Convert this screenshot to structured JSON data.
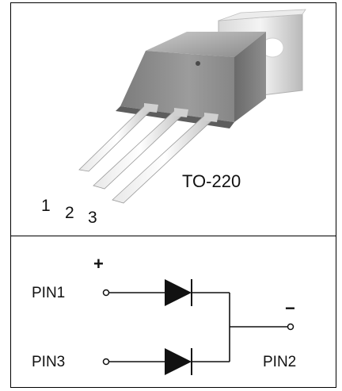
{
  "package": {
    "name": "TO-220",
    "pin_numbers": [
      "1",
      "2",
      "3"
    ]
  },
  "schematic": {
    "plus_sign": "+",
    "minus_sign": "−",
    "pins": {
      "pin1": "PIN1",
      "pin3": "PIN3",
      "pin2": "PIN2"
    }
  }
}
